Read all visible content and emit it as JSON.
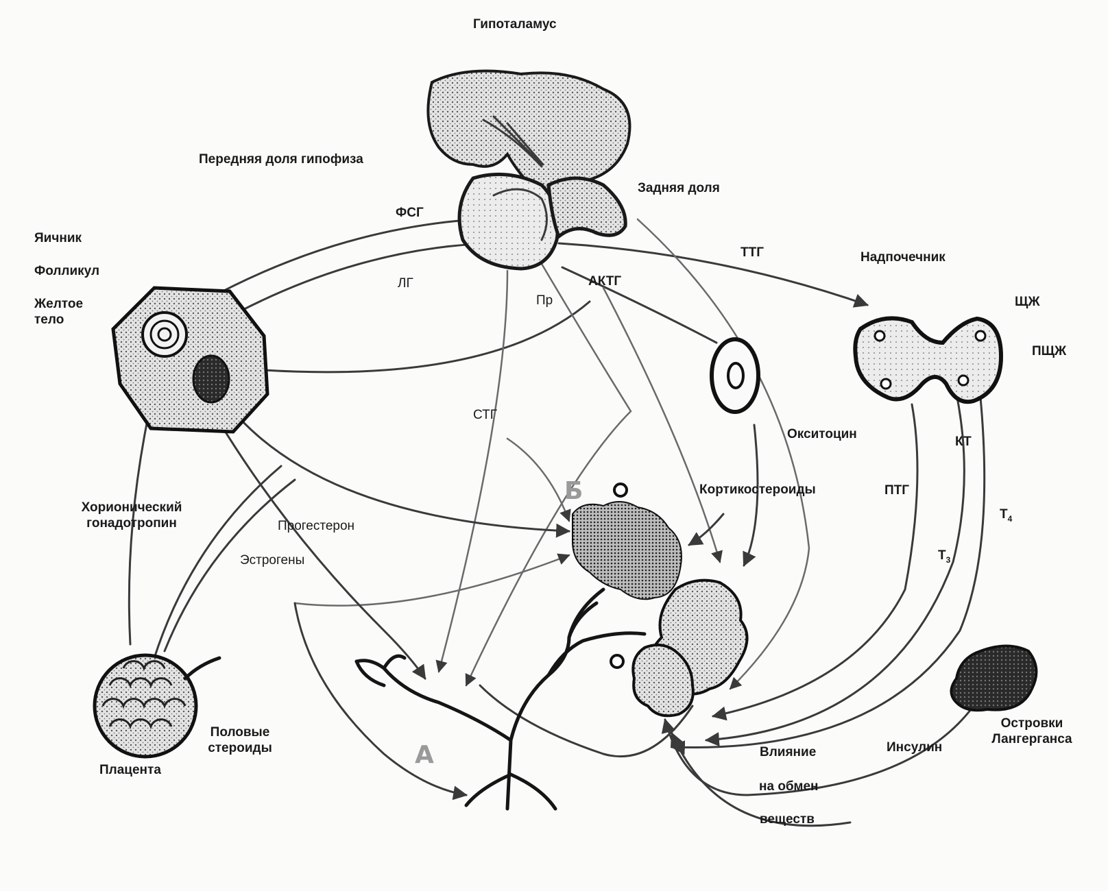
{
  "labels": {
    "hypothalamus": "Гипоталамус",
    "anterior_pituitary": "Передняя доля гипофиза",
    "posterior_lobe": "Задняя доля",
    "ovary": "Яичник",
    "follicle": "Фолликул",
    "corpus_luteum": "Желтое тело",
    "fsh": "ФСГ",
    "lh": "ЛГ",
    "prolactin": "Пр",
    "acth": "АКТГ",
    "tsh": "ТТГ",
    "adrenal": "Надпочечник",
    "thyroid": "ЩЖ",
    "parathyroid": "ПЩЖ",
    "stg": "СТГ",
    "oxytocin": "Окситоцин",
    "corticosteroids": "Кортикостероиды",
    "kt": "КТ",
    "ptg": "ПТГ",
    "t4_base": "Т",
    "t4_sub": "4",
    "t3_base": "Т",
    "t3_sub": "3",
    "chorionic": "Хорионический гонадотропин",
    "progesterone": "Прогестерон",
    "estrogens": "Эстрогены",
    "sex_steroids": "Половые стероиды",
    "placenta": "Плацента",
    "langerhans": "Островки Лангерганса",
    "insulin": "Инсулин",
    "influence_1": "Влияние",
    "influence_2": "на обмен",
    "influence_3": "веществ",
    "mark_a": "А",
    "mark_b": "Б"
  },
  "colors": {
    "ink": "#1a1a1a",
    "stipple": "#c8c8c8",
    "dark_fill": "#2a2a2a",
    "faint_letter": "#9a9a9a"
  }
}
